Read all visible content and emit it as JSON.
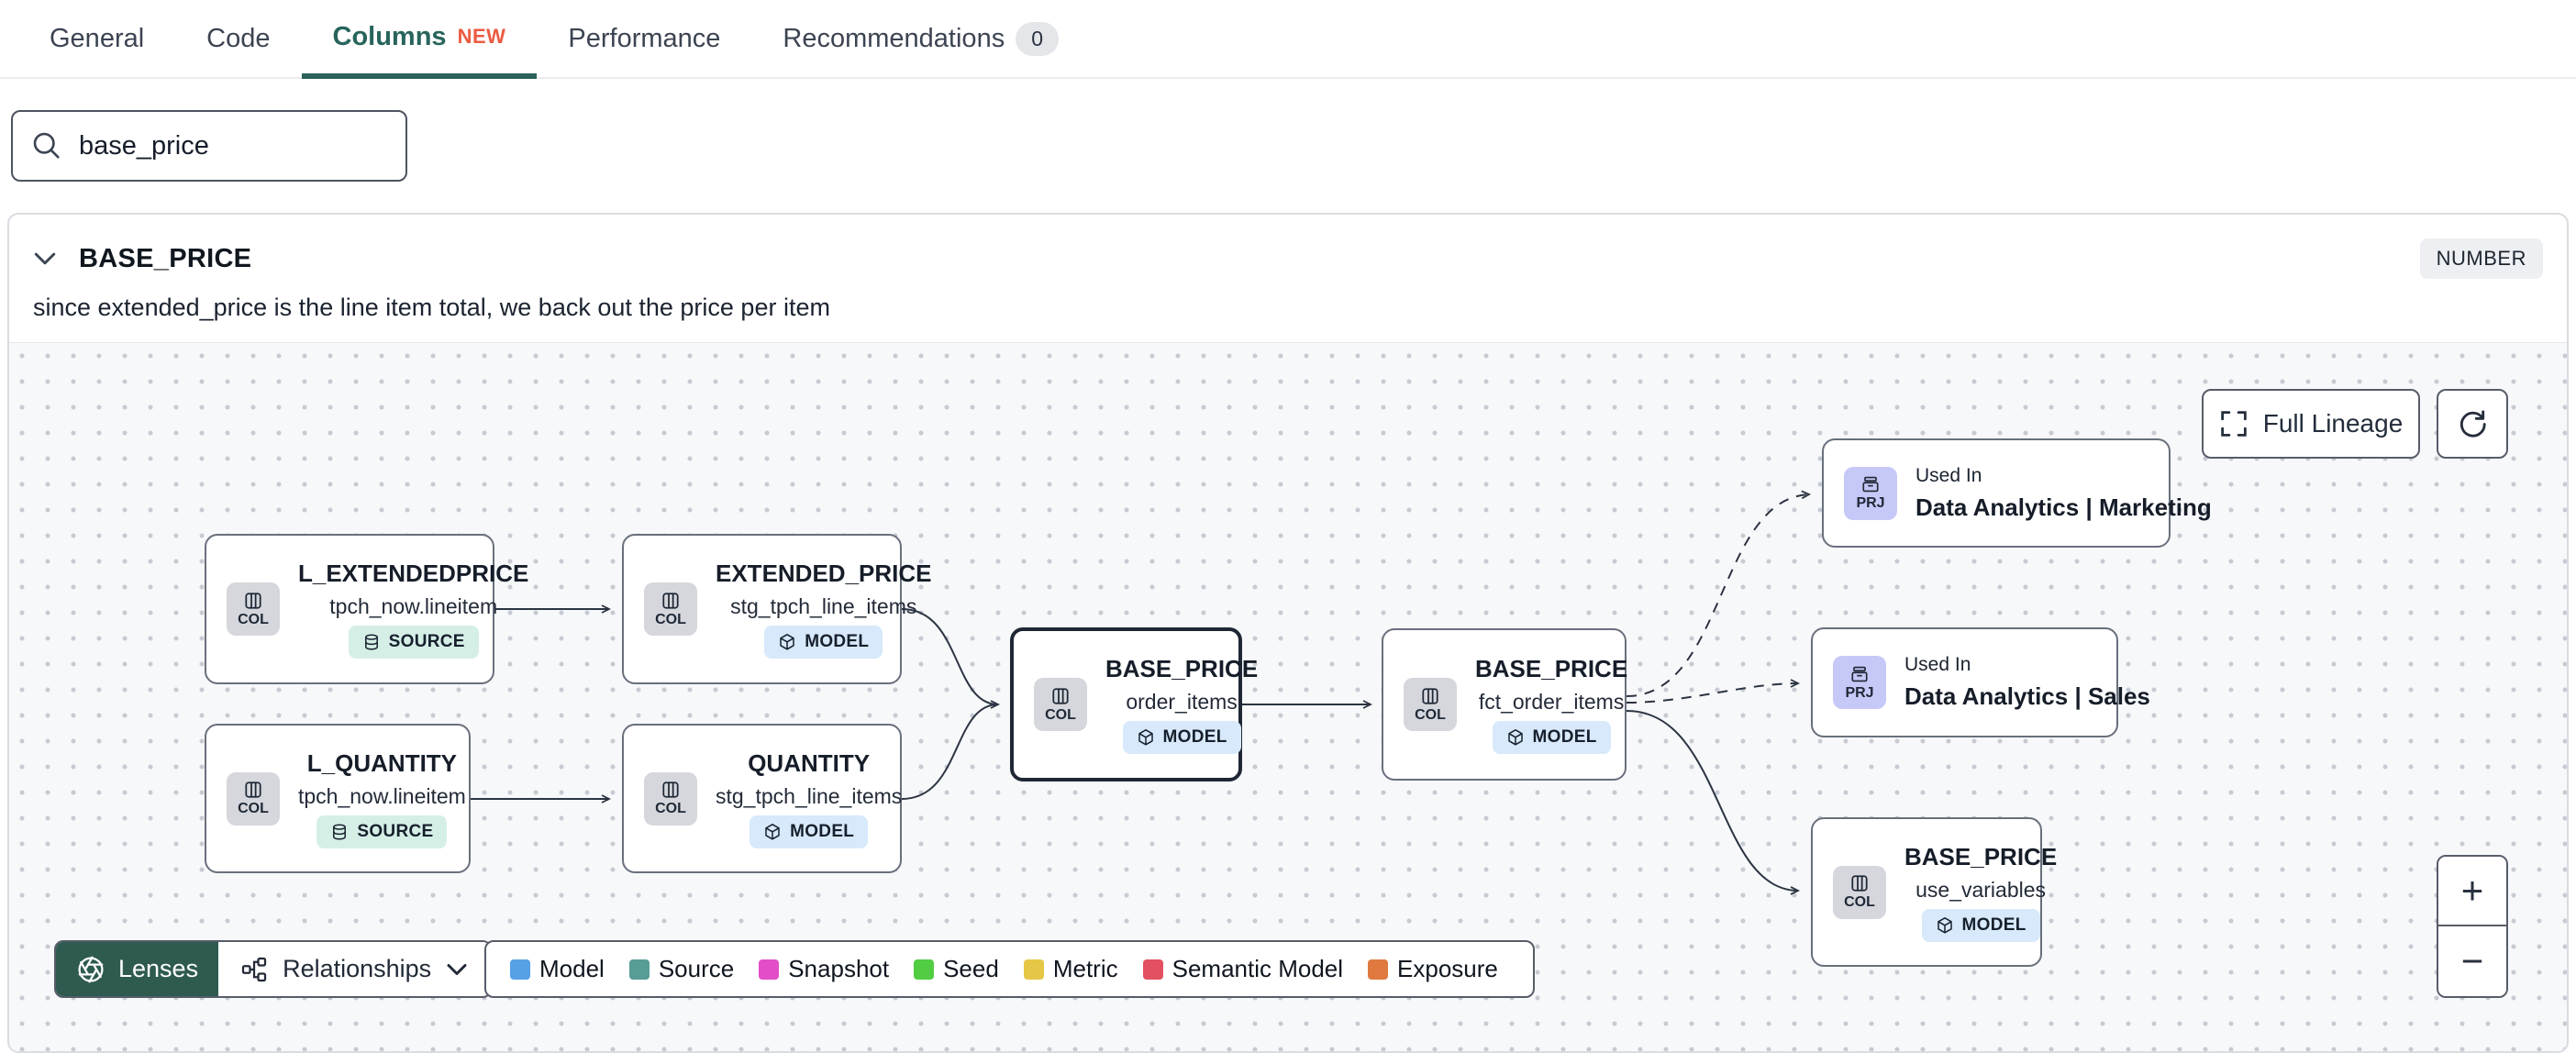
{
  "tabs": [
    {
      "label": "General"
    },
    {
      "label": "Code"
    },
    {
      "label": "Columns",
      "badge": "NEW"
    },
    {
      "label": "Performance"
    },
    {
      "label": "Recommendations",
      "count": "0"
    }
  ],
  "search": {
    "value": "base_price"
  },
  "column": {
    "name": "BASE_PRICE",
    "type": "NUMBER",
    "description": "since extended_price is the line item total, we back out the price per item"
  },
  "lineage": {
    "full_lineage_label": "Full Lineage",
    "zoom_in": "+",
    "zoom_out": "−",
    "lenses_label": "Lenses",
    "relationships_label": "Relationships",
    "nodes": [
      {
        "badge": "COL",
        "title": "L_EXTENDEDPRICE",
        "subtitle": "tpch_now.lineitem",
        "resource": "SOURCE"
      },
      {
        "badge": "COL",
        "title": "EXTENDED_PRICE",
        "subtitle": "stg_tpch_line_items",
        "resource": "MODEL"
      },
      {
        "badge": "COL",
        "title": "L_QUANTITY",
        "subtitle": "tpch_now.lineitem",
        "resource": "SOURCE"
      },
      {
        "badge": "COL",
        "title": "QUANTITY",
        "subtitle": "stg_tpch_line_items",
        "resource": "MODEL"
      },
      {
        "badge": "COL",
        "title": "BASE_PRICE",
        "subtitle": "order_items",
        "resource": "MODEL",
        "selected": true
      },
      {
        "badge": "COL",
        "title": "BASE_PRICE",
        "subtitle": "fct_order_items",
        "resource": "MODEL"
      },
      {
        "badge": "PRJ",
        "label": "Used In",
        "title": "Data Analytics | Marketing"
      },
      {
        "badge": "PRJ",
        "label": "Used In",
        "title": "Data Analytics | Sales"
      },
      {
        "badge": "COL",
        "title": "BASE_PRICE",
        "subtitle": "use_variables",
        "resource": "MODEL"
      }
    ],
    "legend": [
      {
        "label": "Model",
        "color": "#57a0e6"
      },
      {
        "label": "Source",
        "color": "#579c95"
      },
      {
        "label": "Snapshot",
        "color": "#e14ec8"
      },
      {
        "label": "Seed",
        "color": "#52cc43"
      },
      {
        "label": "Metric",
        "color": "#e5c647"
      },
      {
        "label": "Semantic Model",
        "color": "#e35060"
      },
      {
        "label": "Exposure",
        "color": "#e0793f"
      }
    ]
  }
}
